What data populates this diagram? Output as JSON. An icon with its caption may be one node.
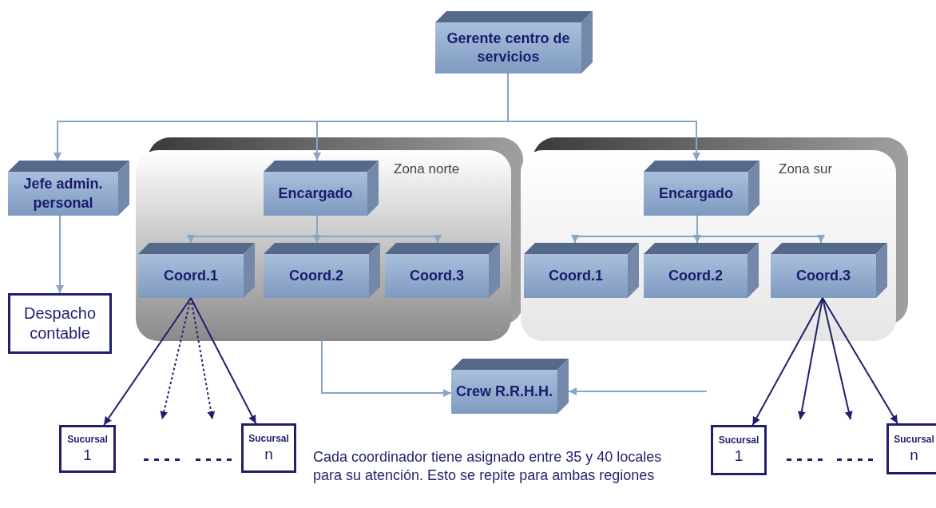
{
  "diagram": {
    "nodes": [
      {
        "text": [
          "Gerente centro de servicios"
        ]
      },
      {
        "text": [
          "Jefe admin. personal"
        ]
      },
      {
        "text": [
          "Zona norte"
        ]
      },
      {
        "text": [
          "Encargado"
        ],
        "in": 2
      },
      {
        "text": [
          "Coord.1"
        ],
        "in": 2
      },
      {
        "text": [
          "Coord.2"
        ],
        "in": 2
      },
      {
        "text": [
          "Coord.3"
        ],
        "in": 2
      },
      {
        "text": [
          "Zona sur"
        ]
      },
      {
        "text": [
          "Encargado"
        ],
        "in": 7
      },
      {
        "text": [
          "Coord.1"
        ],
        "in": 7
      },
      {
        "text": [
          "Coord.2"
        ],
        "in": 7
      },
      {
        "text": [
          "Coord.3"
        ],
        "in": 7
      },
      {
        "text": [
          "Despacho contable"
        ]
      },
      {
        "text": [
          "Crew R.R.H.H."
        ]
      },
      {
        "text": [
          "Sucursal",
          "1"
        ]
      },
      {
        "text": [
          "Sucursal",
          "n"
        ]
      },
      {
        "text": [
          "Sucursal",
          "1"
        ]
      },
      {
        "text": [
          "Sucursal",
          "n"
        ]
      }
    ],
    "edges": [
      {
        "from": 0,
        "to": 1,
        "arrow": "to"
      },
      {
        "from": 0,
        "to": 3,
        "arrow": "to"
      },
      {
        "from": 0,
        "to": 8,
        "arrow": "to"
      },
      {
        "from": 1,
        "to": 12,
        "arrow": "to"
      },
      {
        "from": 3,
        "to": 4,
        "arrow": "to"
      },
      {
        "from": 3,
        "to": 5,
        "arrow": "to"
      },
      {
        "from": 3,
        "to": 6,
        "arrow": "to"
      },
      {
        "from": 8,
        "to": 9,
        "arrow": "to"
      },
      {
        "from": 8,
        "to": 10,
        "arrow": "to"
      },
      {
        "from": 8,
        "to": 11,
        "arrow": "to"
      },
      {
        "from": 2,
        "to": 13,
        "arrow": "to"
      },
      {
        "from": null,
        "to": 13,
        "arrow": "to"
      },
      {
        "from": 4,
        "to": 14,
        "arrow": "to",
        "color": "#1f1f6e"
      },
      {
        "from": 4,
        "to": null,
        "arrow": "to",
        "color": "#1f1f6e",
        "style": "dashed"
      },
      {
        "from": 4,
        "to": null,
        "arrow": "to",
        "color": "#1f1f6e",
        "style": "dashed"
      },
      {
        "from": 4,
        "to": 15,
        "arrow": "to",
        "color": "#1f1f6e"
      },
      {
        "from": 11,
        "to": 16,
        "arrow": "to",
        "color": "#1f1f6e"
      },
      {
        "from": 11,
        "to": null,
        "arrow": "to",
        "color": "#1f1f6e"
      },
      {
        "from": 11,
        "to": null,
        "arrow": "to",
        "color": "#1f1f6e"
      },
      {
        "from": 11,
        "to": 17,
        "arrow": "to",
        "color": "#1f1f6e"
      }
    ],
    "labels": [
      "Cada coordinador tiene asignado entre 35 y 40 locales para su atención. Esto se repite para ambas regiones"
    ]
  }
}
